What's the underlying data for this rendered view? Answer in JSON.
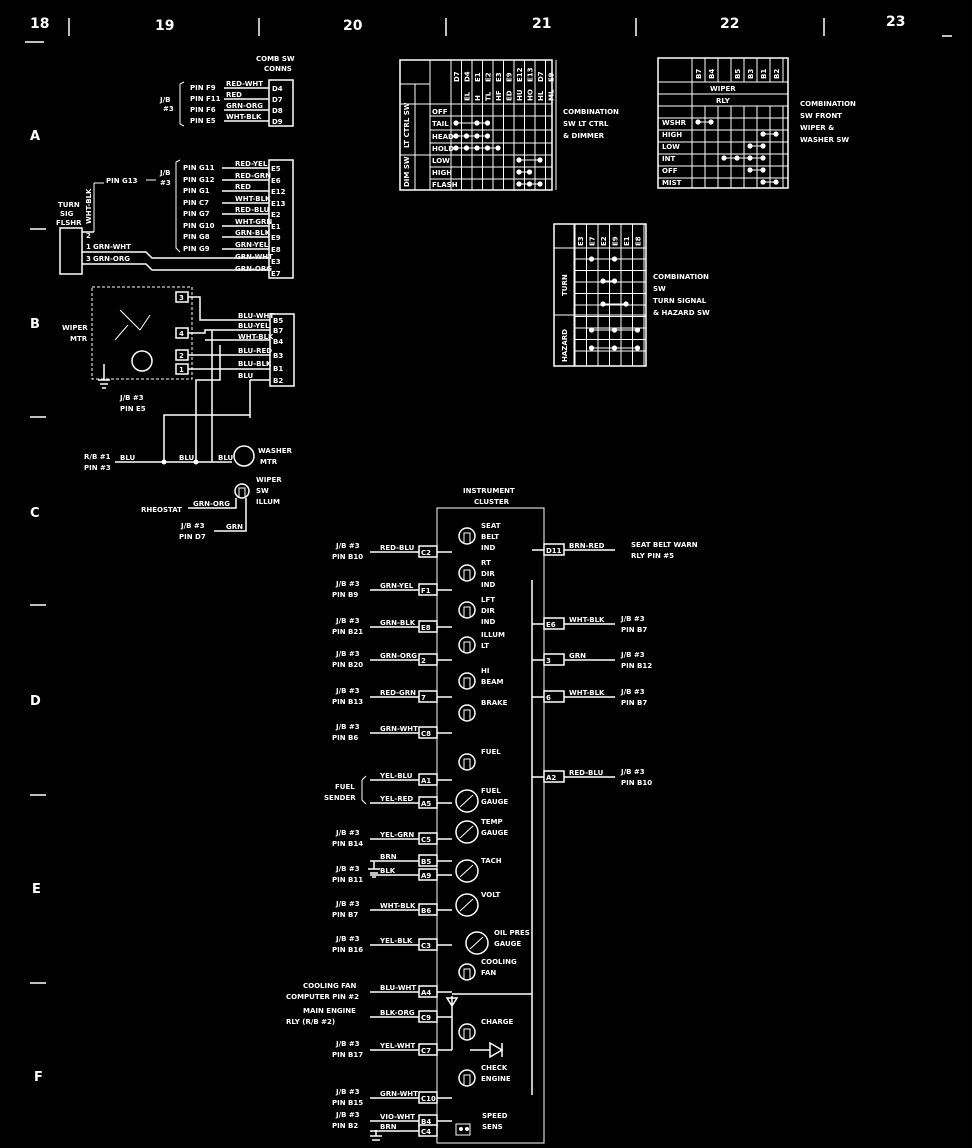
{
  "colors": {
    "background": "#000000",
    "ink": "#ffffff"
  },
  "column_numbers": [
    "18",
    "19",
    "20",
    "21",
    "22",
    "23"
  ],
  "row_letters": [
    "A",
    "B",
    "C",
    "D",
    "E",
    "F"
  ],
  "comb_sw_conns": {
    "title_1": "COMB SW",
    "title_2": "CONNS",
    "jb_label_1": "J/B",
    "jb_label_2": "#3",
    "upper_pins": [
      {
        "pin": "PIN F9",
        "wire": "RED-WHT",
        "conn": "D4"
      },
      {
        "pin": "PIN F11",
        "wire": "RED",
        "conn": "D7"
      },
      {
        "pin": "PIN F6",
        "wire": "GRN-ORG",
        "conn": "D8"
      },
      {
        "pin": "PIN E5",
        "wire": "WHT-BLK",
        "conn": "D9"
      }
    ],
    "lower_pins": [
      {
        "pin": "PIN G11",
        "wire": "RED-YEL",
        "conn": "E5"
      },
      {
        "pin": "PIN G12",
        "wire": "RED-GRN",
        "conn": "E6"
      },
      {
        "pin": "PIN G1",
        "wire": "RED",
        "conn": "E12"
      },
      {
        "pin": "PIN C7",
        "wire": "WHT-BLK",
        "conn": "E13"
      },
      {
        "pin": "PIN G7",
        "wire": "RED-BLU",
        "conn": "E2"
      },
      {
        "pin": "PIN G10",
        "wire": "WHT-GRN",
        "conn": "E1"
      },
      {
        "pin": "PIN G8",
        "wire": "GRN-BLK",
        "conn": "E9"
      },
      {
        "pin": "PIN G9",
        "wire": "GRN-YEL",
        "conn": "E8"
      },
      {
        "pin": "",
        "wire": "GRN-WHT",
        "conn": "E3"
      },
      {
        "pin": "",
        "wire": "GRN-ORG",
        "conn": "E7"
      }
    ],
    "pin_g13": "PIN G13",
    "wht_blk": "WHT-BLK",
    "turn_sig_1": "TURN",
    "turn_sig_2": "SIG",
    "turn_sig_3": "FLSHR",
    "flshr_pins": [
      {
        "num": "2",
        "wire": ""
      },
      {
        "num": "1",
        "wire": "GRN-WHT"
      },
      {
        "num": "3",
        "wire": "GRN-ORG"
      }
    ]
  },
  "lt_ctrl_table": {
    "columns": [
      "D7",
      "D4",
      "E1",
      "E2",
      "E3",
      "E9",
      "E12",
      "E13",
      "D7",
      "E9"
    ],
    "subcols": [
      "EL",
      "H",
      "TL",
      "HF",
      "ED",
      "HU",
      "HO",
      "HL",
      "ML"
    ],
    "group_1": "LT CTRL SW",
    "group_2": "DIM SW",
    "rows": [
      "OFF",
      "TAIL",
      "HEAD",
      "HOLD",
      "LOW",
      "HIGH",
      "FLASH"
    ],
    "title": [
      "COMBINATION",
      "SW LT CTRL",
      "& DIMMER"
    ]
  },
  "wiper_table": {
    "columns": [
      "B7",
      "B4",
      "",
      "B5",
      "B3",
      "B1",
      "B2"
    ],
    "header_1": "WIPER",
    "header_2": "RLY",
    "rows": [
      "WSHR",
      "HIGH",
      "LOW",
      "INT",
      "OFF",
      "MIST"
    ],
    "title": [
      "COMBINATION",
      "SW FRONT",
      "WIPER &",
      "WASHER SW"
    ]
  },
  "turn_table": {
    "columns": [
      "E3",
      "E7",
      "E2",
      "E9",
      "E1",
      "E8"
    ],
    "group_1": "TURN",
    "group_2": "HAZARD",
    "title": [
      "COMBINATION",
      "SW",
      "TURN SIGNAL",
      "& HAZARD SW"
    ]
  },
  "wiper_mtr": {
    "label_1": "WIPER",
    "label_2": "MTR",
    "pins": [
      "3",
      "4",
      "2",
      "1"
    ],
    "wires": [
      {
        "wire": "BLU-WHT",
        "conn": "B5"
      },
      {
        "wire": "BLU-YEL",
        "conn": "B7"
      },
      {
        "wire": "WHT-BLK",
        "conn": "B4"
      },
      {
        "wire": "BLU-RED",
        "conn": "B3"
      },
      {
        "wire": "BLU-BLK",
        "conn": "B1"
      },
      {
        "wire": "BLU",
        "conn": "B2"
      }
    ],
    "jb_pin_1": "J/B #3",
    "jb_pin_2": "PIN E5"
  },
  "washer": {
    "rb_1": "R/B #1",
    "rb_2": "PIN #3",
    "wire_1": "BLU",
    "wire_2": "BLU",
    "wire_3": "BLU",
    "mtr_1": "WASHER",
    "mtr_2": "MTR"
  },
  "wiper_illum": {
    "label_1": "WIPER",
    "label_2": "SW",
    "label_3": "ILLUM",
    "rheostat": "RHEOSTAT",
    "wire_1": "GRN-ORG",
    "jb_1": "J/B #3",
    "jb_2": "PIN D7",
    "wire_2": "GRN"
  },
  "cluster": {
    "title_1": "INSTRUMENT",
    "title_2": "CLUSTER",
    "left_pins": [
      {
        "src_1": "J/B #3",
        "src_2": "PIN B10",
        "wire": "RED-BLU",
        "conn": "C2"
      },
      {
        "src_1": "J/B #3",
        "src_2": "PIN B9",
        "wire": "GRN-YEL",
        "conn": "F1"
      },
      {
        "src_1": "J/B #3",
        "src_2": "PIN B21",
        "wire": "GRN-BLK",
        "conn": "E8"
      },
      {
        "src_1": "J/B #3",
        "src_2": "PIN B20",
        "wire": "GRN-ORG",
        "conn": "2"
      },
      {
        "src_1": "J/B #3",
        "src_2": "PIN B13",
        "wire": "RED-GRN",
        "conn": "7"
      },
      {
        "src_1": "J/B #3",
        "src_2": "PIN B6",
        "wire": "GRN-WHT",
        "conn": "C8"
      },
      {
        "src_1": "",
        "src_2": "",
        "wire": "YEL-BLU",
        "conn": "A1"
      },
      {
        "src_1": "",
        "src_2": "",
        "wire": "YEL-RED",
        "conn": "A5"
      },
      {
        "src_1": "J/B #3",
        "src_2": "PIN B14",
        "wire": "YEL-GRN",
        "conn": "C5"
      },
      {
        "src_1": "",
        "src_2": "",
        "wire": "BRN",
        "conn": "B5"
      },
      {
        "src_1": "J/B #3",
        "src_2": "PIN B11",
        "wire": "BLK",
        "conn": "A9"
      },
      {
        "src_1": "J/B #3",
        "src_2": "PIN B7",
        "wire": "WHT-BLK",
        "conn": "B6"
      },
      {
        "src_1": "J/B #3",
        "src_2": "PIN B16",
        "wire": "YEL-BLK",
        "conn": "C3"
      },
      {
        "src_1": "COOLING FAN",
        "src_2": "COMPUTER PIN #2",
        "wire": "BLU-WHT",
        "conn": "A4"
      },
      {
        "src_1": "MAIN ENGINE",
        "src_2": "RLY (R/B #2)",
        "wire": "BLK-ORG",
        "conn": "C9"
      },
      {
        "src_1": "J/B #3",
        "src_2": "PIN B17",
        "wire": "YEL-WHT",
        "conn": "C7"
      },
      {
        "src_1": "J/B #3",
        "src_2": "PIN B15",
        "wire": "GRN-WHT",
        "conn": "C10"
      },
      {
        "src_1": "J/B #3",
        "src_2": "PIN B2",
        "wire": "VIO-WHT",
        "conn": "B4"
      },
      {
        "src_1": "",
        "src_2": "",
        "wire": "BRN",
        "conn": "C4"
      }
    ],
    "fuel_sender_1": "FUEL",
    "fuel_sender_2": "SENDER",
    "right_pins": [
      {
        "conn": "D11",
        "wire": "BRN-RED",
        "dst_1": "SEAT BELT WARN",
        "dst_2": "RLY PIN #5"
      },
      {
        "conn": "E6",
        "wire": "WHT-BLK",
        "dst_1": "J/B #3",
        "dst_2": "PIN B7"
      },
      {
        "conn": "3",
        "wire": "GRN",
        "dst_1": "J/B #3",
        "dst_2": "PIN B12"
      },
      {
        "conn": "6",
        "wire": "WHT-BLK",
        "dst_1": "J/B #3",
        "dst_2": "PIN B7"
      },
      {
        "conn": "A2",
        "wire": "RED-BLU",
        "dst_1": "J/B #3",
        "dst_2": "PIN B10"
      }
    ],
    "components": [
      {
        "l1": "SEAT",
        "l2": "BELT",
        "l3": "IND"
      },
      {
        "l1": "RT",
        "l2": "DIR",
        "l3": "IND"
      },
      {
        "l1": "LFT",
        "l2": "DIR",
        "l3": "IND"
      },
      {
        "l1": "ILLUM",
        "l2": "LT",
        "l3": ""
      },
      {
        "l1": "HI",
        "l2": "BEAM",
        "l3": ""
      },
      {
        "l1": "BRAKE",
        "l2": "",
        "l3": ""
      },
      {
        "l1": "FUEL",
        "l2": "",
        "l3": ""
      },
      {
        "l1": "FUEL",
        "l2": "GAUGE",
        "l3": ""
      },
      {
        "l1": "TEMP",
        "l2": "GAUGE",
        "l3": ""
      },
      {
        "l1": "TACH",
        "l2": "",
        "l3": ""
      },
      {
        "l1": "VOLT",
        "l2": "",
        "l3": ""
      },
      {
        "l1": "OIL PRES",
        "l2": "GAUGE",
        "l3": ""
      },
      {
        "l1": "COOLING",
        "l2": "FAN",
        "l3": ""
      },
      {
        "l1": "CHARGE",
        "l2": "",
        "l3": ""
      },
      {
        "l1": "CHECK",
        "l2": "ENGINE",
        "l3": ""
      },
      {
        "l1": "SPEED",
        "l2": "SENS",
        "l3": ""
      }
    ]
  }
}
